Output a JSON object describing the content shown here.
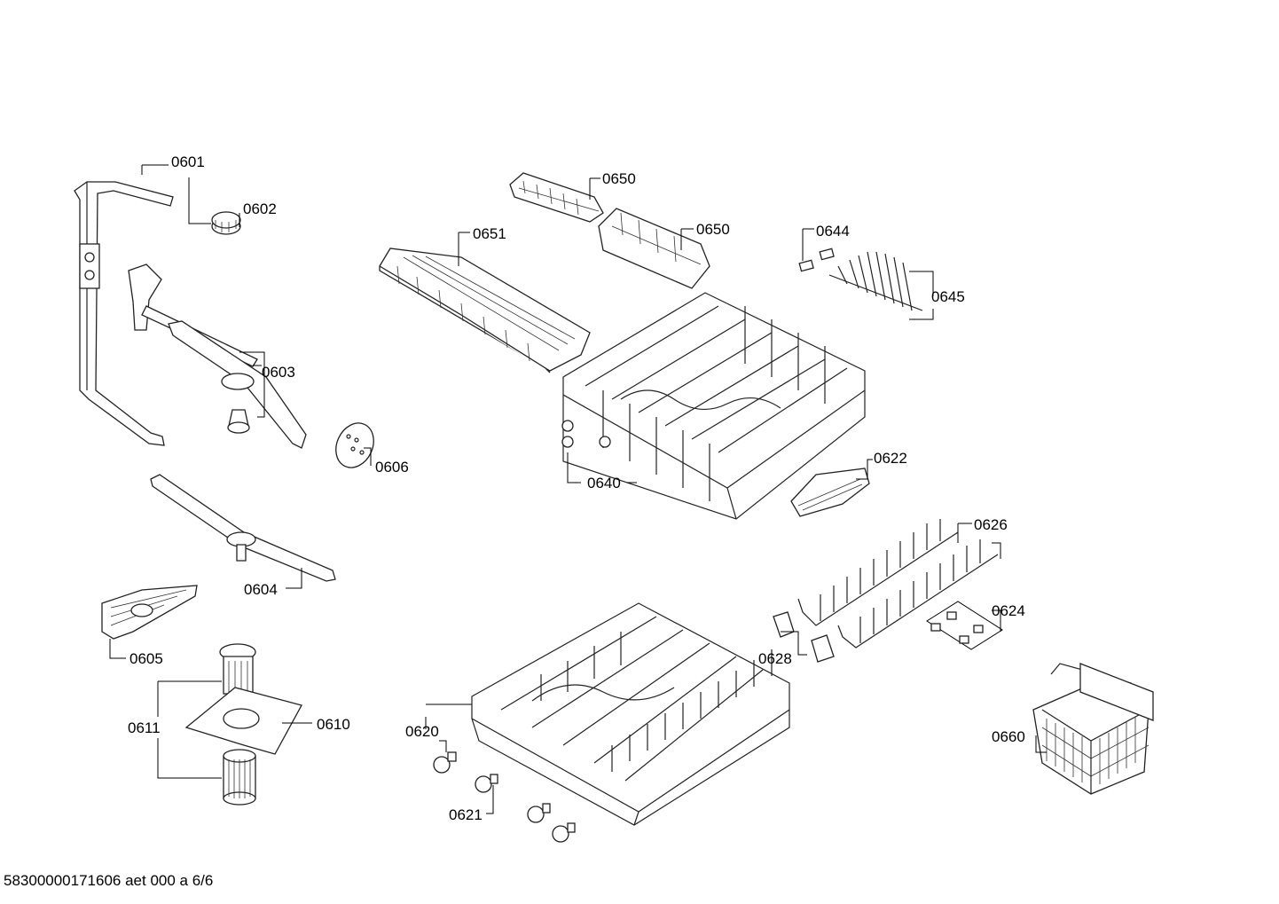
{
  "labels": {
    "p0601": "0601",
    "p0602": "0602",
    "p0603": "0603",
    "p0604": "0604",
    "p0605": "0605",
    "p0606": "0606",
    "p0610": "0610",
    "p0611": "0611",
    "p0620": "0620",
    "p0621": "0621",
    "p0622": "0622",
    "p0624": "0624",
    "p0626": "0626",
    "p0628": "0628",
    "p0640": "0640",
    "p0644": "0644",
    "p0645": "0645",
    "p0650a": "0650",
    "p0650b": "0650",
    "p0651": "0651",
    "p0660": "0660"
  },
  "footer": "58300000171606 aet 000 a 6/6"
}
